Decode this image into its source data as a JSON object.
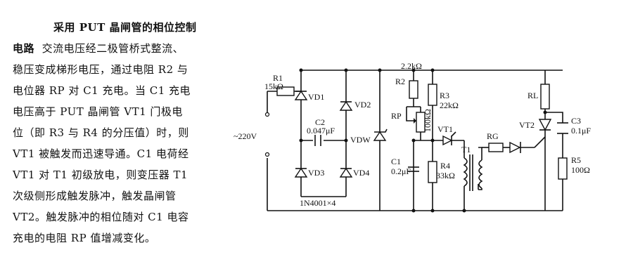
{
  "article": {
    "title_part1": "采用 PUT 晶闸管的相位控制",
    "title_part2": "电路",
    "lines": [
      "交流电压经二极管桥式整流、",
      "稳压变成梯形电压，通过电阻 R2 与",
      "电位器 RP 对 C1 充电。当 C1 充电",
      "电压高于 PUT 晶闸管 VT1 门极电",
      "位（即 R3 与 R4 的分压值）时，则",
      "VT1 被触发而迅速导通。C1 电荷经",
      "VT1 对 T1 初级放电，则变压器 T1",
      "次级侧形成触发脉冲，触发晶闸管",
      "VT2。触发脉冲的相位随对 C1 电容",
      "充电的电阻 RP 值增减变化。"
    ]
  },
  "diagram": {
    "labels": {
      "r1": "R1",
      "r1_val": "15kΩ",
      "vd1": "VD1",
      "vd2": "VD2",
      "vd3": "VD3",
      "vd4": "VD4",
      "c2": "C2",
      "c2_val": "0.047μF",
      "ac": "~220V",
      "vdw": "VDW",
      "bridge": "1N4001×4",
      "r2_val": "2.2kΩ",
      "r2": "R2",
      "rp": "RP",
      "rp_val": "100kΩ",
      "r3": "R3",
      "r3_val": "22kΩ",
      "vt1": "VT1",
      "c1": "C1",
      "c1_val": "0.2μF",
      "r4": "R4",
      "r4_val": "33kΩ",
      "t1": "T1",
      "rg": "RG",
      "rl": "RL",
      "vt2": "VT2",
      "c3": "C3",
      "c3_val": "0.1μF",
      "r5": "R5",
      "r5_val": "100Ω"
    }
  }
}
